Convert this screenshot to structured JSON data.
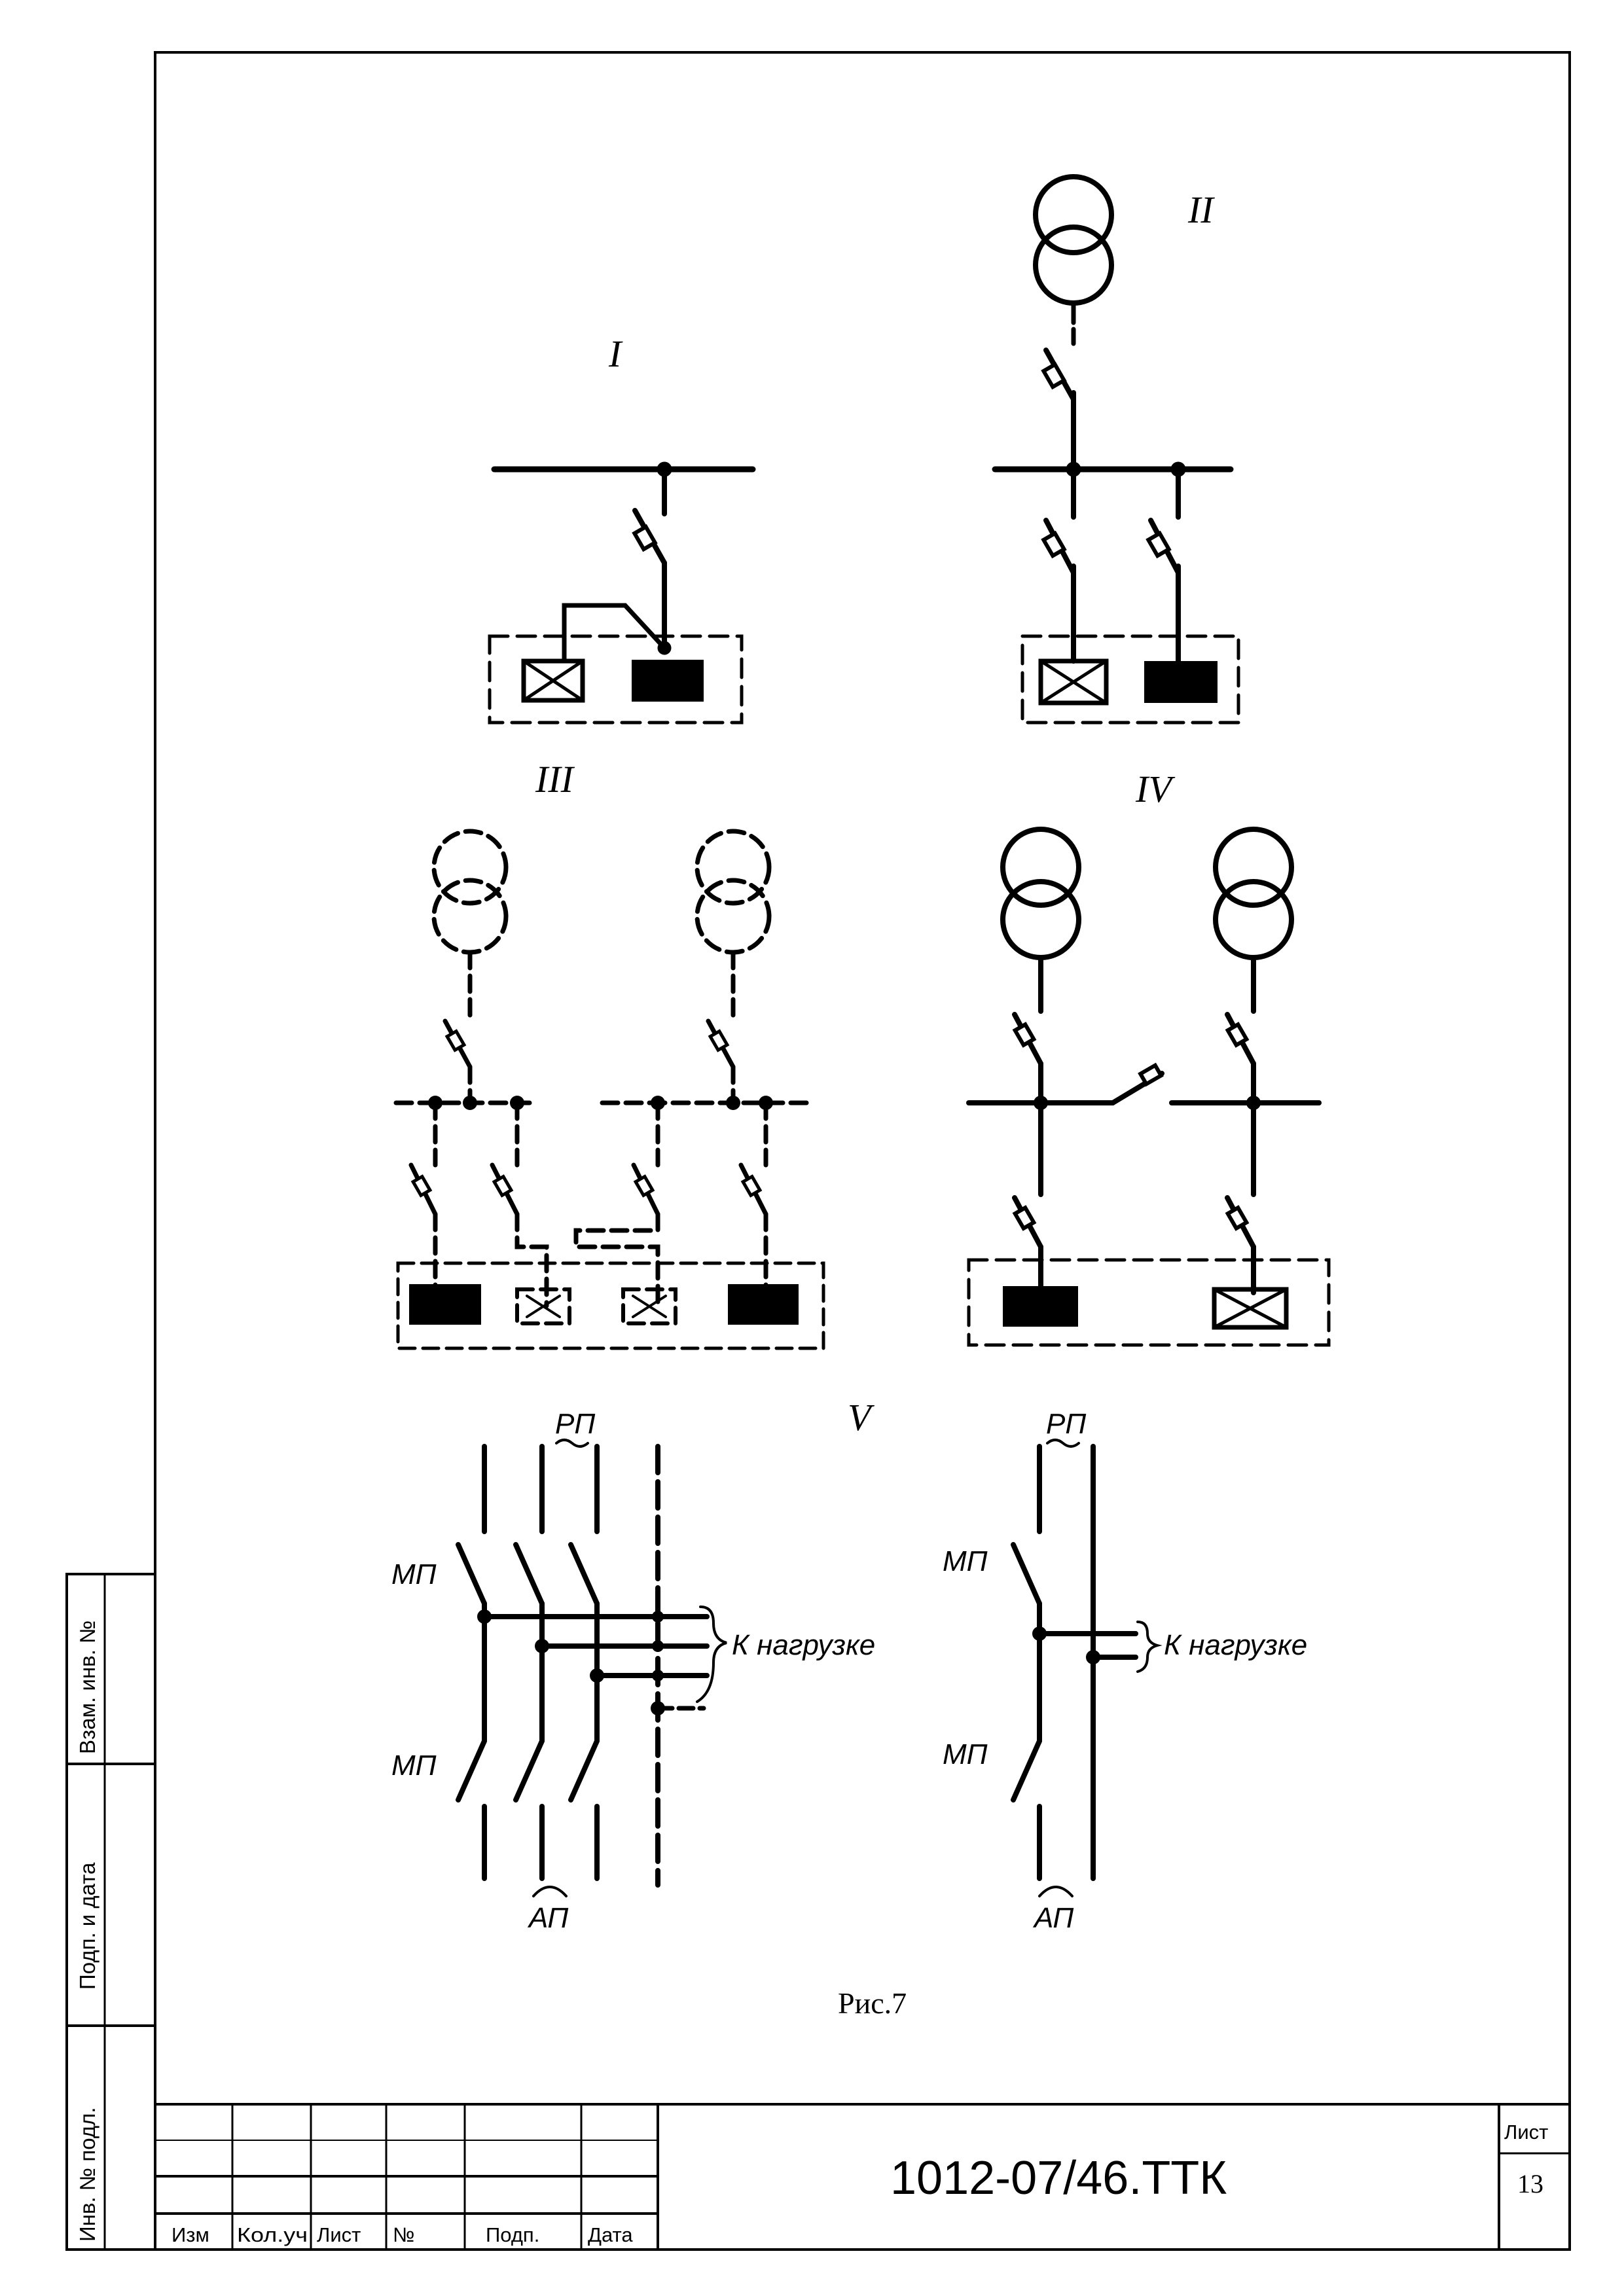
{
  "figure": {
    "schemes": [
      "I",
      "II",
      "III",
      "IV",
      "V"
    ],
    "labels": {
      "rp": "РП",
      "ap": "АП",
      "mp": "МП",
      "to_load": "К нагрузке"
    },
    "caption": "Рис.7"
  },
  "side_stamp": {
    "inv_zam": "Взам. инв. №",
    "sign_date": "Подп. и дата",
    "inv_orig": "Инв. № подл."
  },
  "title_block": {
    "headers": [
      "Изм",
      "Кол.уч",
      "Лист",
      "№",
      "Подп.",
      "Дата"
    ],
    "doc_number": "1012-07/46.ТТК",
    "sheet_label": "Лист",
    "sheet_number": "13"
  }
}
